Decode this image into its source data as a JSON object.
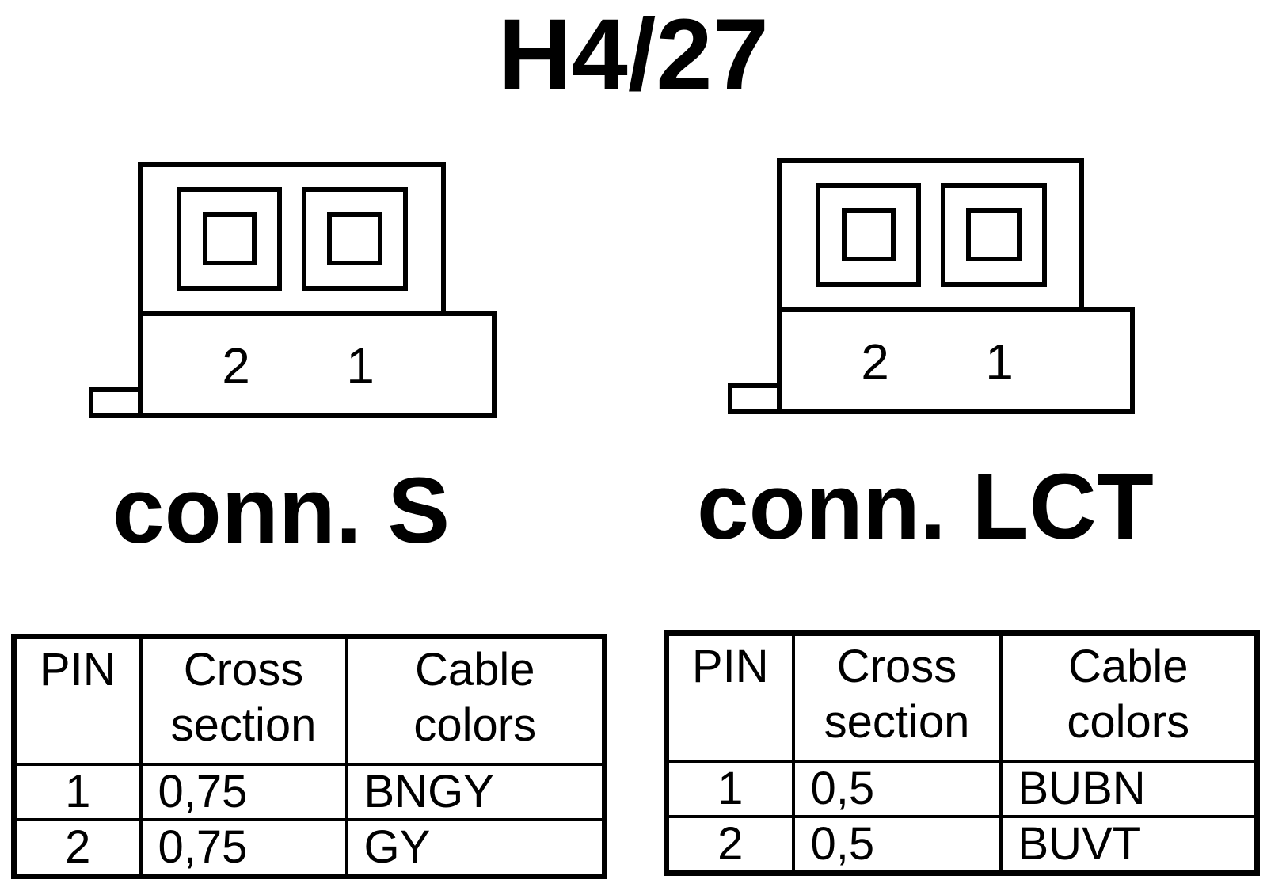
{
  "title": "H4/27",
  "connectors": [
    {
      "label": "conn. S",
      "pins": [
        "2",
        "1"
      ],
      "table": {
        "headers": [
          [
            "PIN"
          ],
          [
            "Cross",
            "section"
          ],
          [
            "Cable",
            "colors"
          ]
        ],
        "rows": [
          {
            "pin": "1",
            "cross_section": "0,75",
            "color": "BNGY"
          },
          {
            "pin": "2",
            "cross_section": "0,75",
            "color": "GY"
          }
        ]
      }
    },
    {
      "label": "conn. LCT",
      "pins": [
        "2",
        "1"
      ],
      "table": {
        "headers": [
          [
            "PIN"
          ],
          [
            "Cross",
            "section"
          ],
          [
            "Cable",
            "colors"
          ]
        ],
        "rows": [
          {
            "pin": "1",
            "cross_section": "0,5",
            "color": "BUBN"
          },
          {
            "pin": "2",
            "cross_section": "0,5",
            "color": "BUVT"
          }
        ]
      }
    }
  ]
}
